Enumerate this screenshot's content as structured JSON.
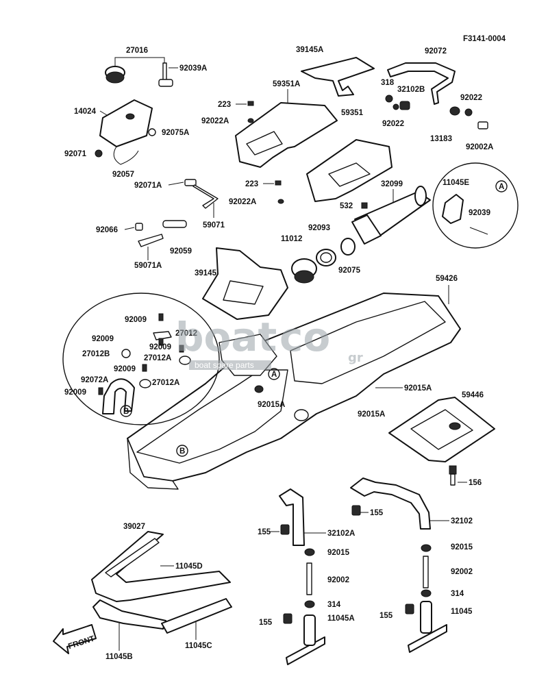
{
  "figure_code": "F3141-0004",
  "front_label": "FRONT",
  "watermark": {
    "main": "boat",
    "brand_part": "co",
    "tld": "gr",
    "tagline": "boat spare parts"
  },
  "detail_markers": {
    "a": "A",
    "b": "B"
  },
  "parts": {
    "p27016": "27016",
    "p92039A": "92039A",
    "p14024": "14024",
    "p92075A": "92075A",
    "p92071": "92071",
    "p92057": "92057",
    "p39145A": "39145A",
    "p92072": "92072",
    "p59351A": "59351A",
    "p223a": "223",
    "p92022Aa": "92022A",
    "p318": "318",
    "p32102B": "32102B",
    "p92022a": "92022",
    "p92022b": "92022",
    "p13183": "13183",
    "p92002A": "92002A",
    "p59351": "59351",
    "p92071A": "92071A",
    "p223b": "223",
    "p92022Ab": "92022A",
    "p32099": "32099",
    "p11045E": "11045E",
    "p532": "532",
    "p92039": "92039",
    "p59071": "59071",
    "p92066": "92066",
    "p92059": "92059",
    "p59071A": "59071A",
    "p11012": "11012",
    "p92093": "92093",
    "p92075": "92075",
    "p39145": "39145",
    "p59426": "59426",
    "p92009a": "92009",
    "p27012": "27012",
    "p92009b": "92009",
    "p92009c": "92009",
    "p27012B": "27012B",
    "p27012Aa": "27012A",
    "p92009d": "92009",
    "p92072A": "92072A",
    "p27012Ab": "27012A",
    "p92009e": "92009",
    "p92015Aa": "92015A",
    "p92015Ab": "92015A",
    "p92015Ac": "92015A",
    "p59446": "59446",
    "p156": "156",
    "p155a": "155",
    "p155b": "155",
    "p32102": "32102",
    "p32102A": "32102A",
    "p39027": "39027",
    "p11045D": "11045D",
    "p92015a": "92015",
    "p92015b": "92015",
    "p92002a": "92002",
    "p92002b": "92002",
    "p314a": "314",
    "p314b": "314",
    "p155c": "155",
    "p11045A": "11045A",
    "p155d": "155",
    "p11045": "11045",
    "p11045B": "11045B",
    "p11045C": "11045C"
  }
}
